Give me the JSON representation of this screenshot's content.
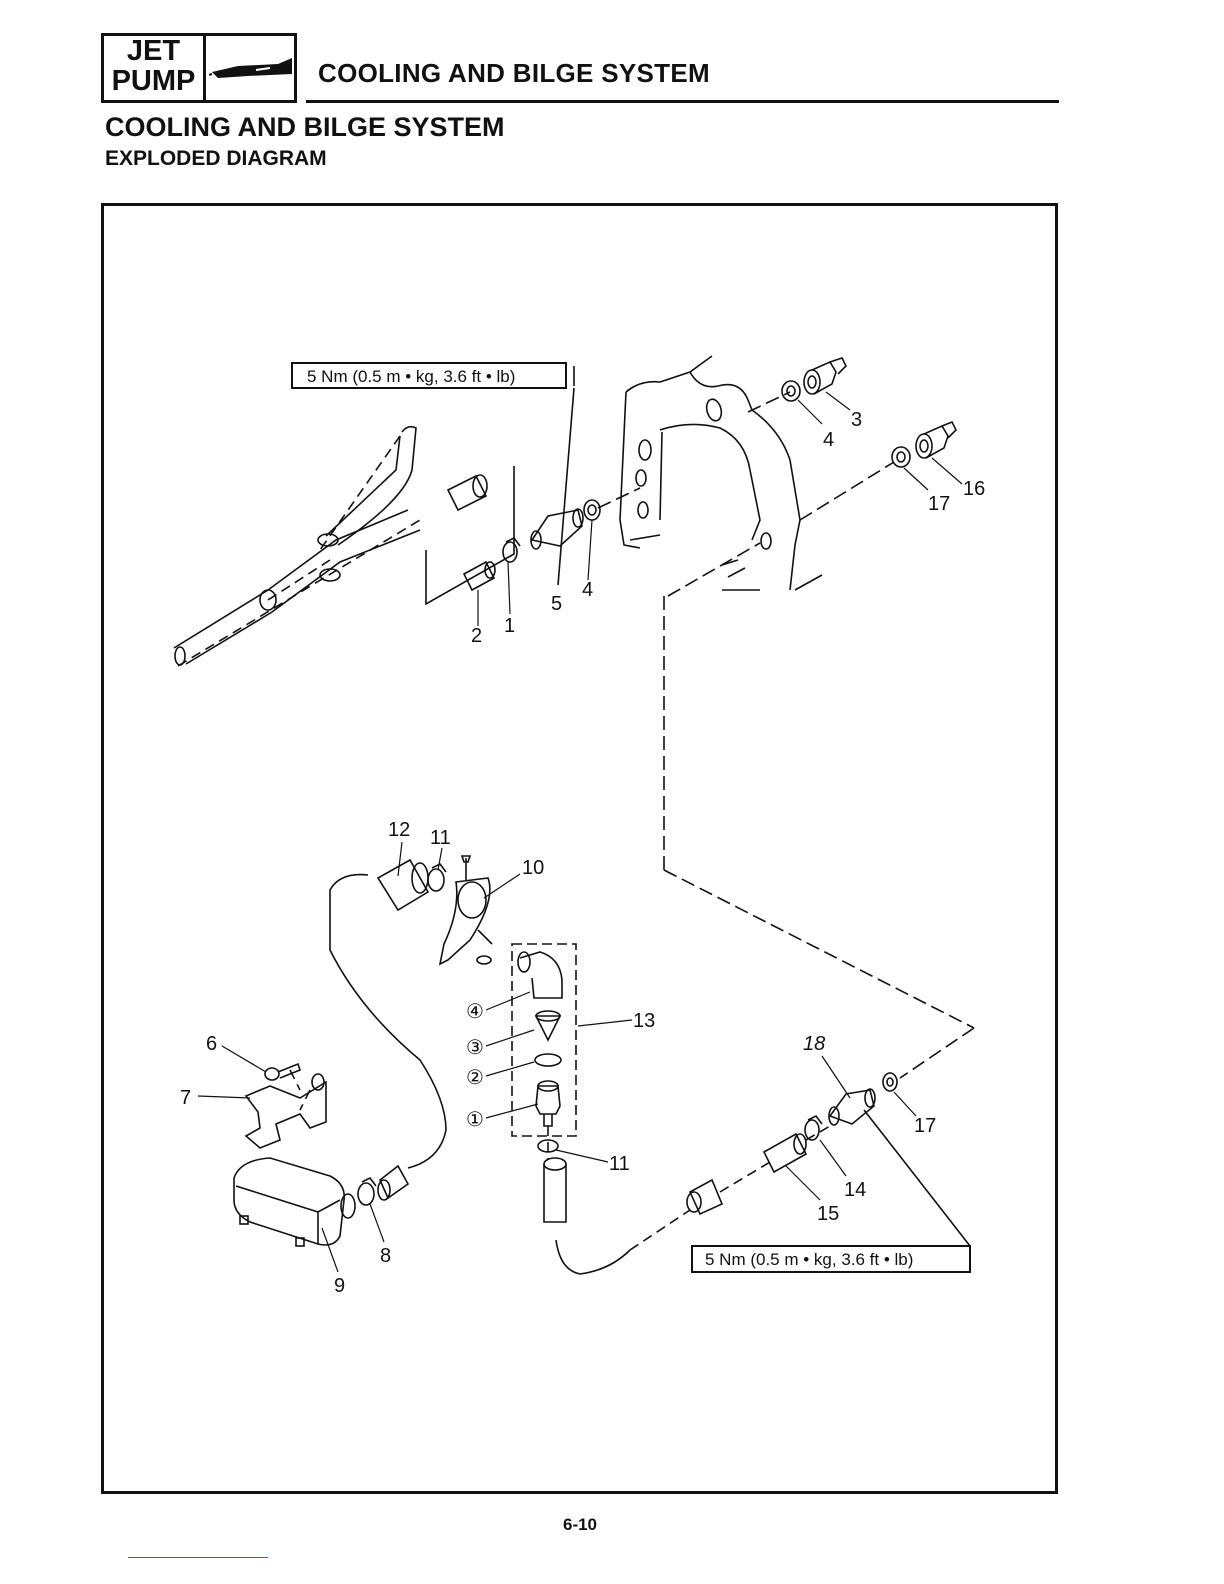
{
  "header": {
    "logo_line1": "JET",
    "logo_line2": "PUMP",
    "title": "COOLING AND BILGE SYSTEM"
  },
  "section": {
    "title": "COOLING AND BILGE SYSTEM",
    "subtitle": "EXPLODED DIAGRAM"
  },
  "diagram": {
    "torque_spec_top": "5 Nm (0.5 m • kg, 3.6 ft • lb)",
    "torque_spec_bottom": "5 Nm (0.5 m • kg, 3.6 ft • lb)",
    "callouts": {
      "c1": "1",
      "c2": "2",
      "c3": "3",
      "c4a": "4",
      "c4b": "4",
      "c5": "5",
      "c6": "6",
      "c7": "7",
      "c8": "8",
      "c9": "9",
      "c10": "10",
      "c11a": "11",
      "c11b": "11",
      "c12": "12",
      "c13": "13",
      "c14": "14",
      "c15": "15",
      "c16": "16",
      "c17a": "17",
      "c17b": "17",
      "c18": "18"
    },
    "subparts": {
      "s1": "①",
      "s2": "②",
      "s3": "③",
      "s4": "④"
    }
  },
  "footer": {
    "page_number": "6-10"
  }
}
